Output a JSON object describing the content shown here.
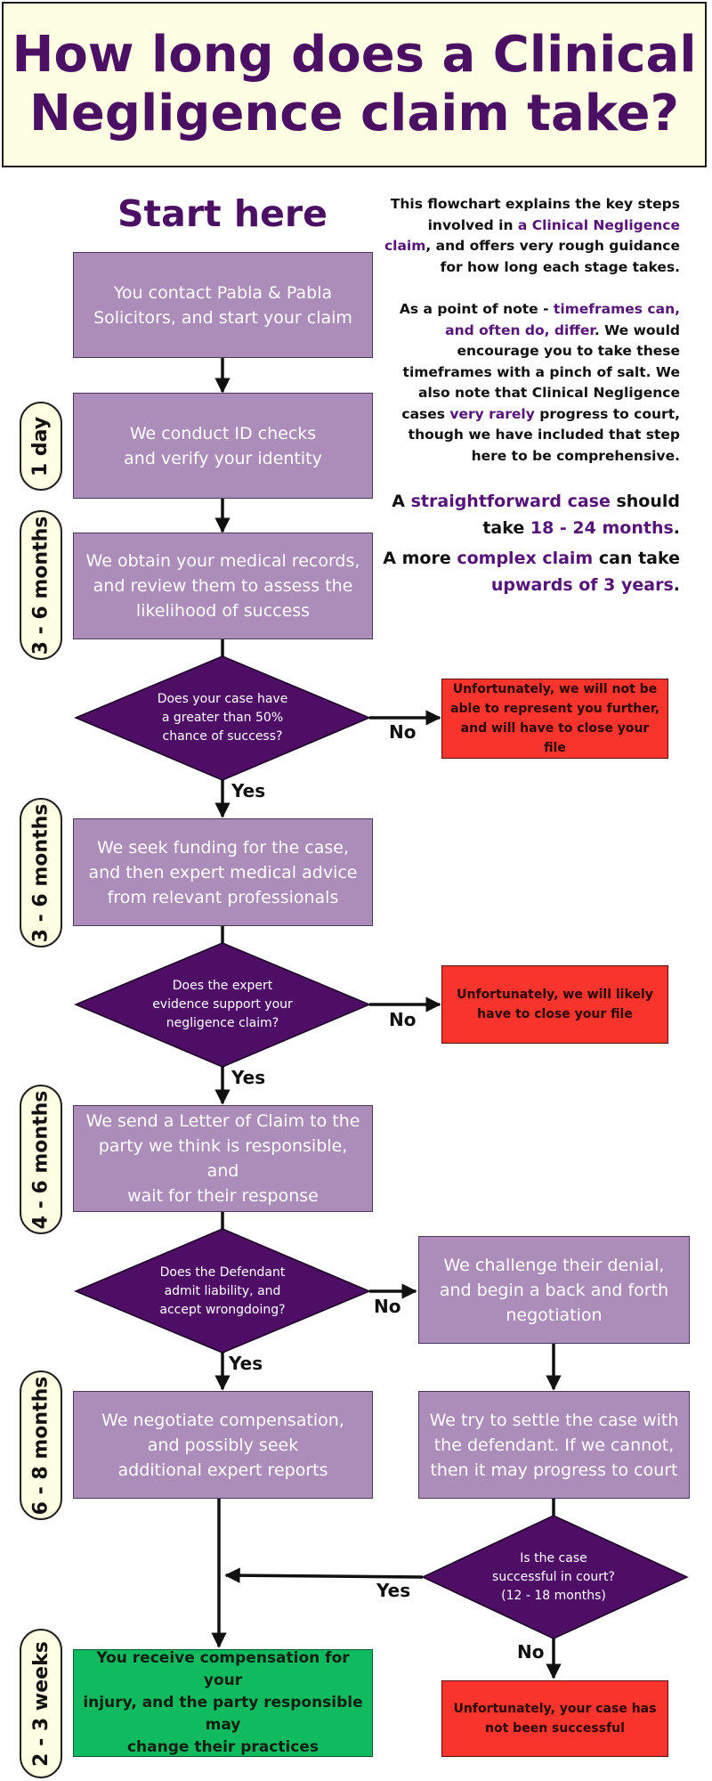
{
  "title": {
    "line1": "How long does a Clinical",
    "line2": "Negligence claim take?"
  },
  "start_label": "Start here",
  "intro": {
    "p1_part1": "This flowchart explains the key steps involved in ",
    "p1_highlight": "a Clinical Negligence claim",
    "p1_part2": ", and offers very rough guidance for how long each stage takes.",
    "p2_part1": "As a point of note - ",
    "p2_highlight1": "timeframes can, and often do, differ",
    "p2_part2": ". We would encourage you to take these timeframes with a pinch of salt. We also note that Clinical Negligence cases ",
    "p2_highlight2": "very rarely",
    "p2_part3": " progress to court, though we have included that step here to be comprehensive.",
    "p3_part1": "A ",
    "p3_highlight1": "straightforward case",
    "p3_part2": " should take ",
    "p3_highlight2": "18 - 24 months",
    "p3_part3": ".",
    "p4_part1": "A more ",
    "p4_highlight1": "complex claim",
    "p4_part2": " can take ",
    "p4_highlight2": "upwards of 3 years",
    "p4_part3": "."
  },
  "steps": {
    "contact": [
      "You contact Pabla & Pabla",
      "Solicitors, and start your claim"
    ],
    "id_checks": [
      "We conduct ID checks",
      "and verify your identity"
    ],
    "records": [
      "We obtain your medical records,",
      "and review them to assess the",
      "likelihood of success"
    ],
    "funding": [
      "We seek funding for the case,",
      "and then expert medical advice",
      "from relevant professionals"
    ],
    "letter": [
      "We send a Letter of Claim to the",
      "party we think is responsible, and",
      "wait for their response"
    ],
    "challenge": [
      "We challenge their denial,",
      "and begin a back and forth",
      "negotiation"
    ],
    "negotiate": [
      "We negotiate compensation,",
      "and possibly seek",
      "additional expert reports"
    ],
    "settle": [
      "We try to settle the case with",
      "the defendant. If we cannot,",
      "then it may progress to court"
    ],
    "compensation": [
      "You receive compensation for your",
      "injury, and the party responsible may",
      "change their practices"
    ]
  },
  "decisions": {
    "success_chance": [
      "Does your case have",
      "a greater than 50%",
      "chance of success?"
    ],
    "expert_support": [
      "Does the expert",
      "evidence support your",
      "negligence claim?"
    ],
    "admit_liability": [
      "Does the Defendant",
      "admit liability, and",
      "accept wrongdoing?"
    ],
    "court": [
      "Is the case",
      "successful in court?",
      "(12 - 18 months)"
    ]
  },
  "outcomes": {
    "close_1": [
      "Unfortunately, we will not be",
      "able to represent you further,",
      "and will have to close your file"
    ],
    "close_2": [
      "Unfortunately, we will likely",
      "have to close your file"
    ],
    "unsuccessful": [
      "Unfortunately, your case has",
      "not been successful"
    ]
  },
  "durations": {
    "d1": "1 day",
    "d2": "3 - 6 months",
    "d3": "3 - 6 months",
    "d4": "4 - 6 months",
    "d5": "6 - 8 months",
    "d6": "2 - 3 weeks"
  },
  "labels": {
    "yes": "Yes",
    "no": "No"
  },
  "colors": {
    "process": "#ac8cb8",
    "decision": "#4e0e66",
    "negative": "#f9342c",
    "positive": "#10ba5e",
    "title_text": "#4b0f63",
    "title_bg": "#fefee3"
  }
}
